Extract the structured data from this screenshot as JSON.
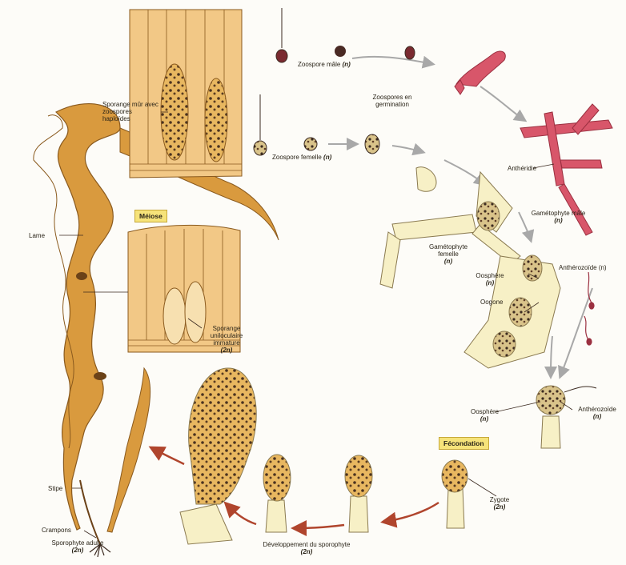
{
  "labels": {
    "zoospore_male": "Zoospore mâle",
    "zoospore_male_ploidy": "(n)",
    "zoospores_germination": "Zoospores en germination",
    "zoospore_female": "Zoospore femelle",
    "zoospore_female_ploidy": "(n)",
    "sporange_mur": "Sporange mûr avec zoospores haploïdes",
    "anthéridie": "Anthéridie",
    "gametophyte_male": "Gamétophyte mâle",
    "gametophyte_male_ploidy": "(n)",
    "gametophyte_femelle": "Gamétophyte femelle",
    "gametophyte_femelle_ploidy": "(n)",
    "anthérozoïde_top": "Anthérozoïde (n)",
    "oosphere_1": "Oosphère",
    "oosphere_1_ploidy": "(n)",
    "oogone": "Oogone",
    "meiose": "Méiose",
    "lame": "Lame",
    "sporange_uniloculaire": "Sporange uniloculaire immature",
    "sporange_uniloculaire_ploidy": "(2n)",
    "oosphere_2": "Oosphère",
    "oosphere_2_ploidy": "(n)",
    "anthérozoïde_2": "Anthérozoïde",
    "anthérozoïde_2_ploidy": "(n)",
    "fecondation": "Fécondation",
    "zygote": "Zygote",
    "zygote_ploidy": "(2n)",
    "stipe": "Stipe",
    "crampons": "Crampons",
    "sporophyte_adulte": "Sporophyte adulte",
    "sporophyte_adulte_ploidy": "(2n)",
    "developpement": "Développement du sporophyte",
    "developpement_ploidy": "(2n)"
  },
  "colors": {
    "kelp": "#d99a3e",
    "kelp_dark": "#8a5a1e",
    "tissue": "#f2c886",
    "cream": "#f7f0c6",
    "male_red": "#d8566a",
    "arrow_red": "#b0452d",
    "arrow_grey": "#a8a8a8",
    "spore_dark": "#3b2a20"
  }
}
